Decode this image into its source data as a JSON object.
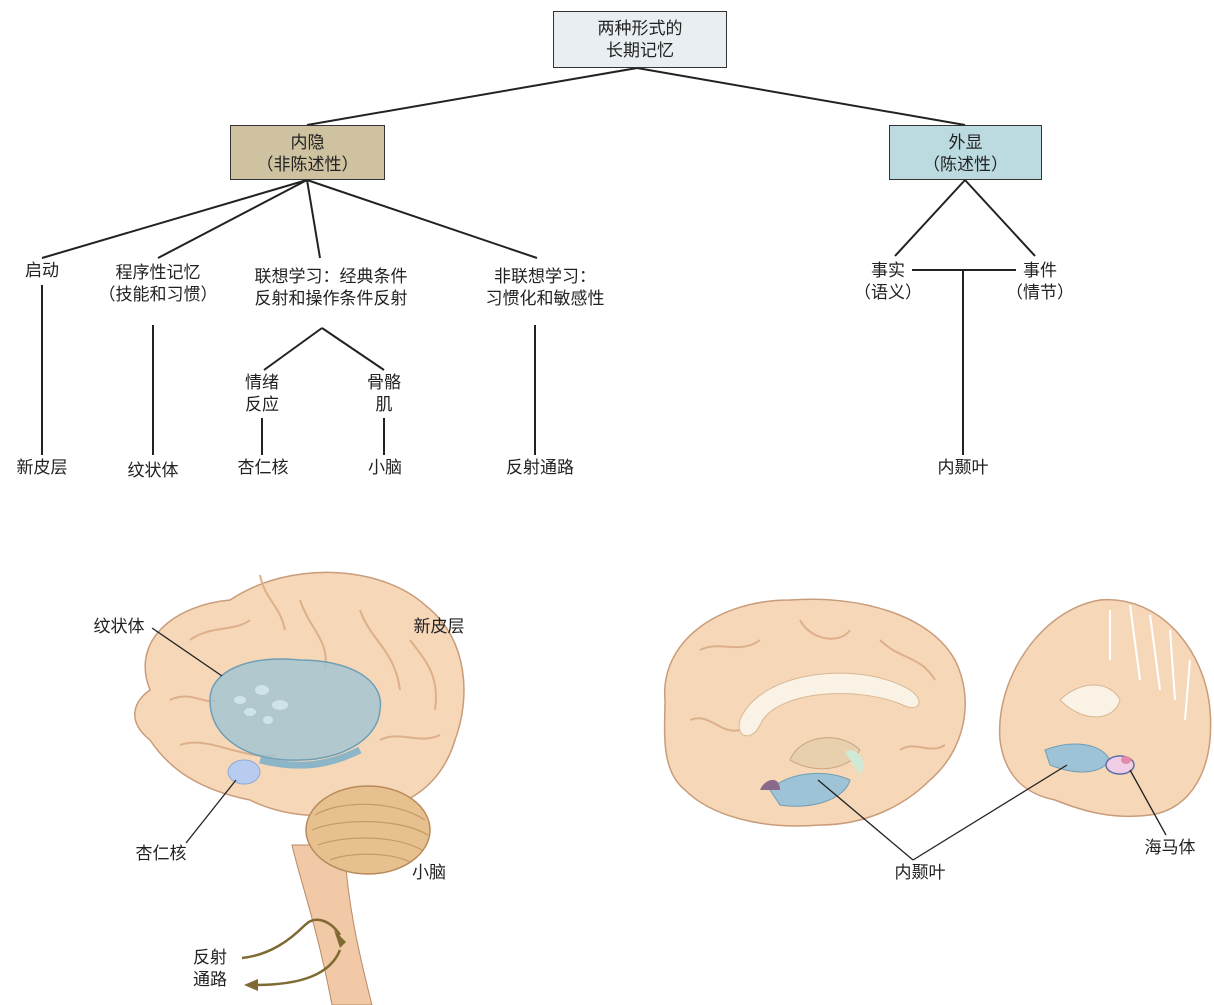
{
  "root": {
    "line1": "两种形式的",
    "line2": "长期记忆"
  },
  "implicit": {
    "line1": "内隐",
    "line2": "（非陈述性）",
    "color": "#cfc2a1"
  },
  "explicit": {
    "line1": "外显",
    "line2": "（陈述性）",
    "color": "#bcdbe1"
  },
  "root_color": "#e8eef1",
  "implicit_items": [
    {
      "label1": "启动",
      "label2": "",
      "region": "新皮层"
    },
    {
      "label1": "程序性记忆",
      "label2": "（技能和习惯）",
      "region": "纹状体"
    },
    {
      "label1": "联想学习：经典条件",
      "label2": "反射和操作条件反射"
    },
    {
      "label1": "非联想学习：",
      "label2": "习惯化和敏感性",
      "region": "反射通路"
    }
  ],
  "associative_sub": [
    {
      "label1": "情绪",
      "label2": "反应",
      "region": "杏仁核"
    },
    {
      "label1": "骨骼",
      "label2": "肌",
      "region": "小脑"
    }
  ],
  "explicit_items": [
    {
      "label1": "事实",
      "label2": "（语义）"
    },
    {
      "label1": "事件",
      "label2": "（情节）"
    }
  ],
  "explicit_region": "内颞叶",
  "brain_left_labels": {
    "striatum": "纹状体",
    "neocortex": "新皮层",
    "amygdala": "杏仁核",
    "cerebellum": "小脑",
    "reflex1": "反射",
    "reflex2": "通路"
  },
  "brain_right_labels": {
    "mtl": "内颞叶",
    "hippocampus": "海马体"
  }
}
